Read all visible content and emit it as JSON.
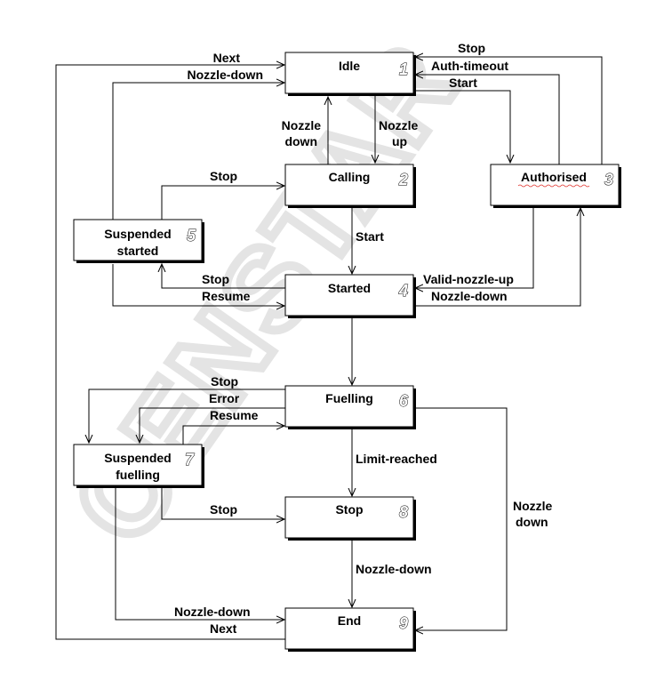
{
  "watermark": "CENSTAR",
  "states": {
    "idle": {
      "label": "Idle",
      "num": "1"
    },
    "calling": {
      "label": "Calling",
      "num": "2"
    },
    "authorised": {
      "label": "Authorised",
      "num": "3"
    },
    "started": {
      "label": "Started",
      "num": "4"
    },
    "suspended_started": {
      "line1": "Suspended",
      "line2": "started",
      "num": "5"
    },
    "fuelling": {
      "label": "Fuelling",
      "num": "6"
    },
    "suspended_fuelling": {
      "line1": "Suspended",
      "line2": "fuelling",
      "num": "7"
    },
    "stop": {
      "label": "Stop",
      "num": "8"
    },
    "end": {
      "label": "End",
      "num": "9"
    }
  },
  "transitions": {
    "next_top": "Next",
    "nozzle_down_top": "Nozzle-down",
    "stop_auth_idle": "Stop",
    "auth_timeout": "Auth-timeout",
    "start_idle_auth": "Start",
    "nozzle_down_calling_idle": {
      "line1": "Nozzle",
      "line2": "down"
    },
    "nozzle_up_idle_calling": {
      "line1": "Nozzle",
      "line2": "up"
    },
    "stop_susp_calling": "Stop",
    "start_calling_started": "Start",
    "stop_started_susp": "Stop",
    "resume_susp_started": "Resume",
    "valid_nozzle_up": "Valid-nozzle-up",
    "nozzle_down_started_auth": "Nozzle-down",
    "stop_fuel_susp": "Stop",
    "error_fuel_susp": "Error",
    "resume_susp_fuel": "Resume",
    "limit_reached": "Limit-reached",
    "stop_susp_stop": "Stop",
    "nozzle_down_fuel_end": {
      "line1": "Nozzle",
      "line2": "down"
    },
    "nozzle_down_stop_end": "Nozzle-down",
    "nozzle_down_susp_end": "Nozzle-down",
    "next_end": "Next"
  }
}
